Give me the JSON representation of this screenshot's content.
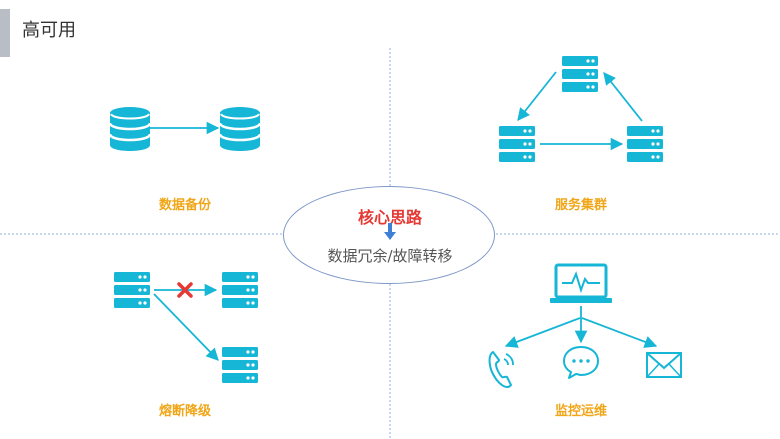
{
  "page": {
    "title": "高可用"
  },
  "center": {
    "core": "核心思路",
    "description": "数据冗余/故障转移"
  },
  "quadrants": {
    "top_left": {
      "label": "数据备份"
    },
    "top_right": {
      "label": "服务集群"
    },
    "bottom_left": {
      "label": "熔断降级"
    },
    "bottom_right": {
      "label": "监控运维"
    }
  },
  "colors": {
    "accent": "#16b6d6",
    "label": "#f0a619",
    "core_text": "#e53935",
    "ellipse_border": "#7e97c8",
    "divider": "#8fb0e0",
    "failure_cross": "#e53935"
  },
  "icons": {
    "database": "database-icon",
    "server": "server-icon",
    "monitor": "monitor-icon",
    "phone": "phone-icon",
    "chat": "chat-icon",
    "mail": "mail-icon",
    "cross": "cross-icon",
    "arrow": "down-arrow-icon"
  }
}
